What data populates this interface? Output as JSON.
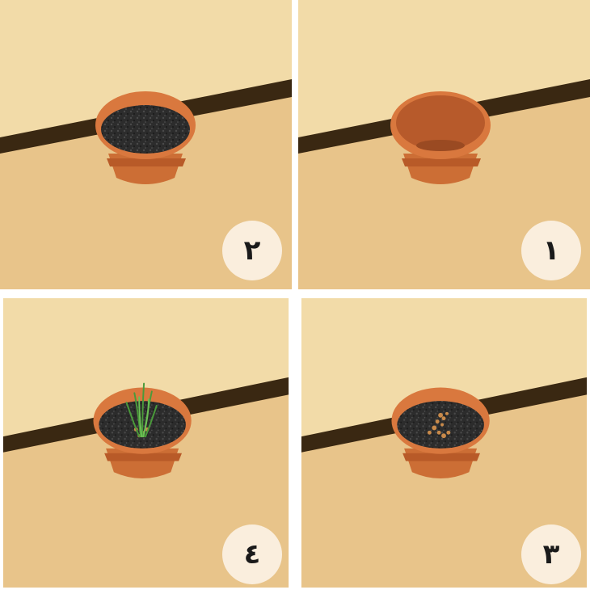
{
  "panels": [
    {
      "step_label": "١",
      "stage": "empty-pot"
    },
    {
      "step_label": "٢",
      "stage": "pot-with-soil"
    },
    {
      "step_label": "٣",
      "stage": "soil-with-seeds"
    },
    {
      "step_label": "٤",
      "stage": "sprouted-plant"
    }
  ],
  "colors": {
    "wall": "#f2dba8",
    "floor": "#e8c48a",
    "baseboard": "#3a2812",
    "pot": "#d9783e",
    "pot_dark": "#b85a28",
    "soil": "#2a2a2a",
    "seeds": "#c98a4a",
    "leaves": "#4a9a3a",
    "badge": "#faeedd"
  }
}
